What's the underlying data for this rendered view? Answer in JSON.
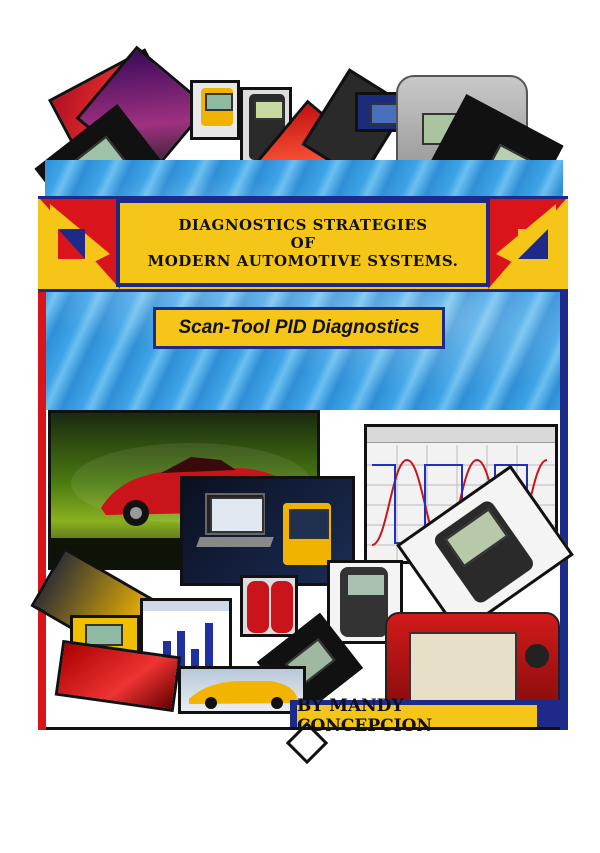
{
  "cover": {
    "title_lines": [
      "DIAGNOSTICS STRATEGIES",
      "OF",
      "MODERN AUTOMOTIVE SYSTEMS."
    ],
    "subtitle": "Scan-Tool PID Diagnostics",
    "author": "BY MANDY CONCEPCION"
  },
  "colors": {
    "accent_yellow": "#f5c518",
    "accent_blue": "#1d2a8a",
    "accent_red": "#d9151b",
    "water_blue": "#2f8fd6"
  }
}
